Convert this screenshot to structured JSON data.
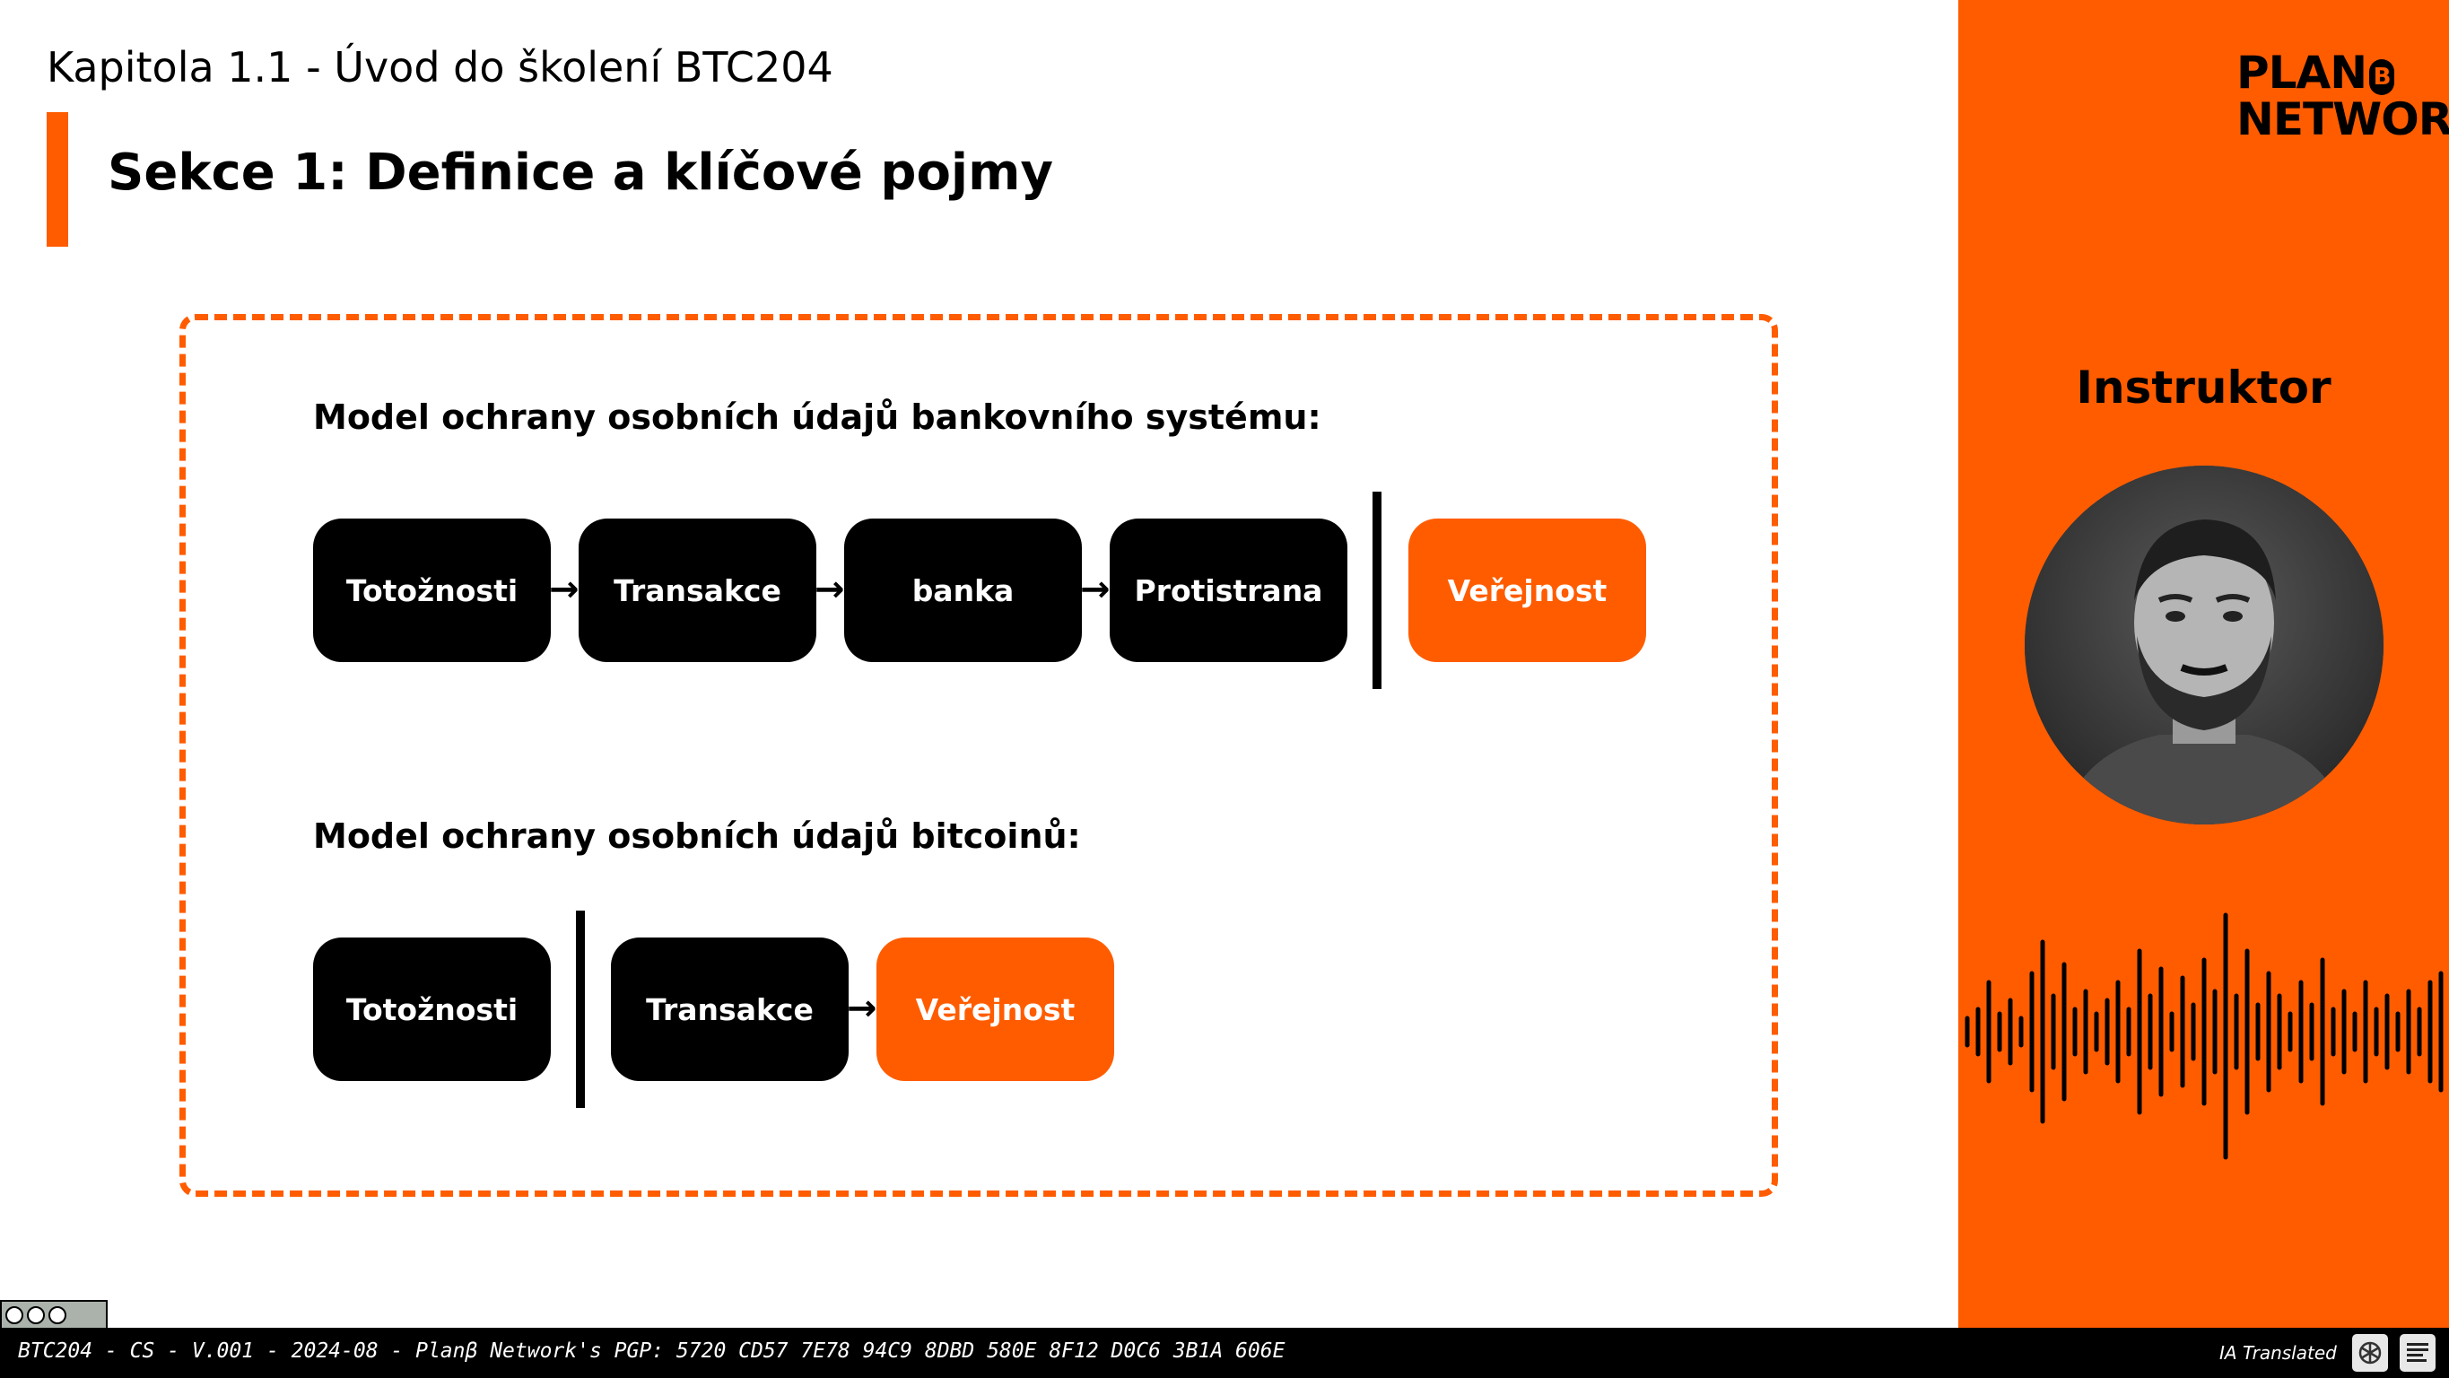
{
  "header": {
    "chapter": "Kapitola 1.1 - Úvod do školení BTC204",
    "section": "Sekce 1: Definice a klíčové pojmy"
  },
  "diagram": {
    "bank_model": {
      "title": "Model ochrany osobních údajů bankovního systému:",
      "steps": [
        "Totožnosti",
        "Transakce",
        "banka",
        "Protistrana"
      ],
      "public": "Veřejnost"
    },
    "bitcoin_model": {
      "title": "Model ochrany osobních údajů bitcoinů:",
      "steps": [
        "Totožnosti",
        "Transakce"
      ],
      "public": "Veřejnost"
    }
  },
  "sidebar": {
    "logo_line1": "PLAN",
    "logo_b": "B",
    "logo_line2": "NETWORK",
    "instructor_label": "Instruktor"
  },
  "footer": {
    "text": "BTC204 - CS - V.001 - 2024-08 - Planβ Network's PGP: 5720 CD57 7E78 94C9 8DBD 580E 8F12 D0C6 3B1A 606E",
    "ia_label": "IA Translated"
  },
  "colors": {
    "accent": "#ff5c00",
    "box": "#000000"
  },
  "icons": [
    "cc-license-icon",
    "openai-icon",
    "planb-small-icon",
    "arrow-right-icon"
  ]
}
